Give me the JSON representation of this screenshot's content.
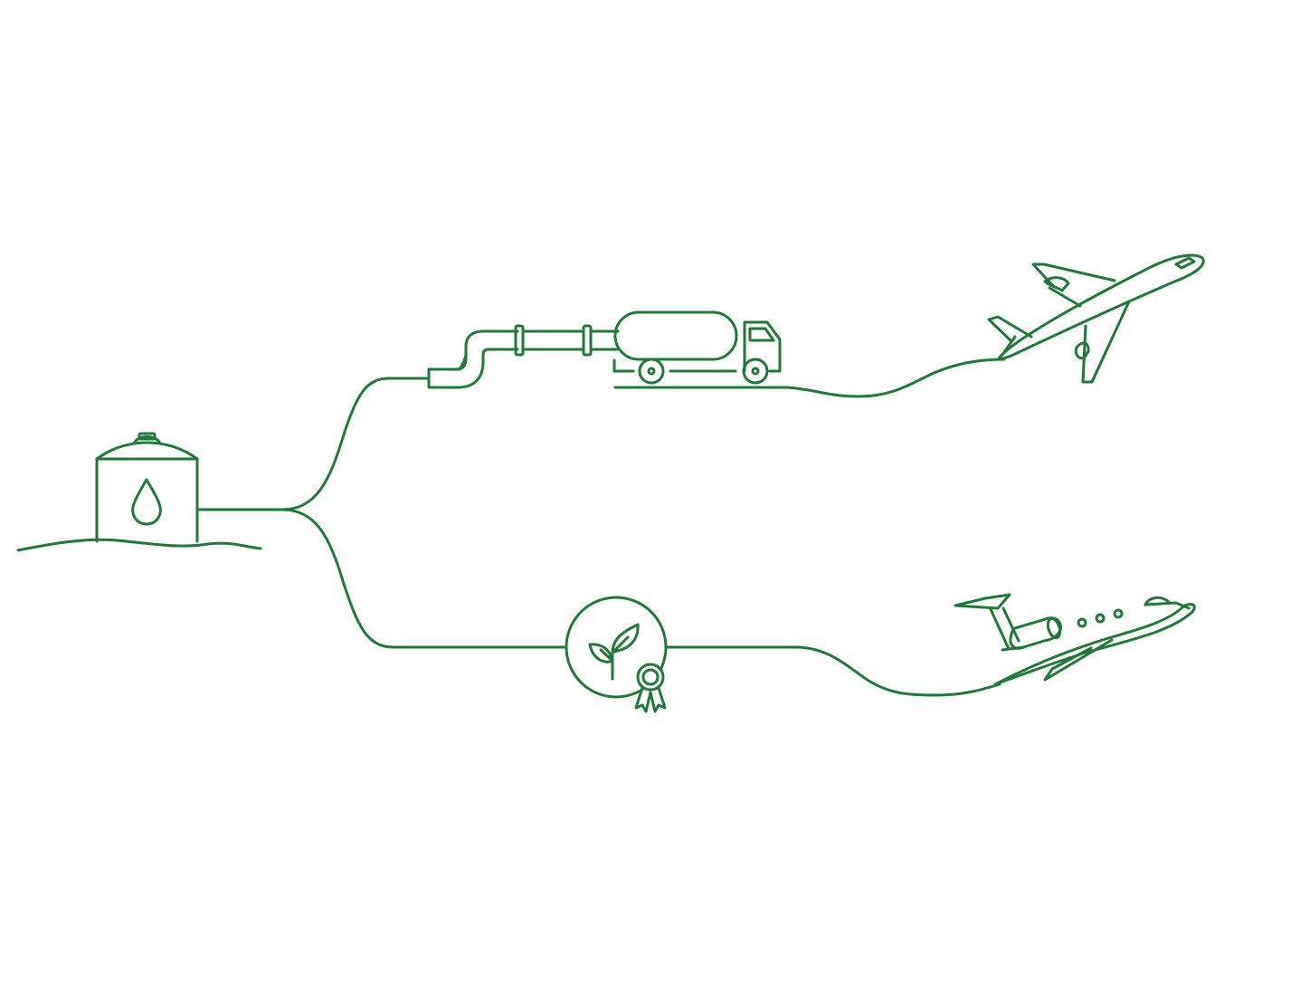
{
  "diagram": {
    "stroke_color": "#1f7a3a",
    "background": "#ffffff",
    "nodes": [
      {
        "id": "storage-tank",
        "icon": "fuel-tank-icon"
      },
      {
        "id": "pipeline",
        "icon": "pipe-icon"
      },
      {
        "id": "tanker-truck",
        "icon": "fuel-truck-icon"
      },
      {
        "id": "commercial-airliner",
        "icon": "airliner-icon"
      },
      {
        "id": "sustainability-certificate",
        "icon": "leaf-certificate-icon"
      },
      {
        "id": "business-jet",
        "icon": "private-jet-icon"
      }
    ],
    "flows": [
      {
        "from": "storage-tank",
        "to": "pipeline"
      },
      {
        "from": "pipeline",
        "to": "tanker-truck"
      },
      {
        "from": "tanker-truck",
        "to": "commercial-airliner"
      },
      {
        "from": "storage-tank",
        "to": "sustainability-certificate"
      },
      {
        "from": "sustainability-certificate",
        "to": "business-jet"
      }
    ]
  }
}
